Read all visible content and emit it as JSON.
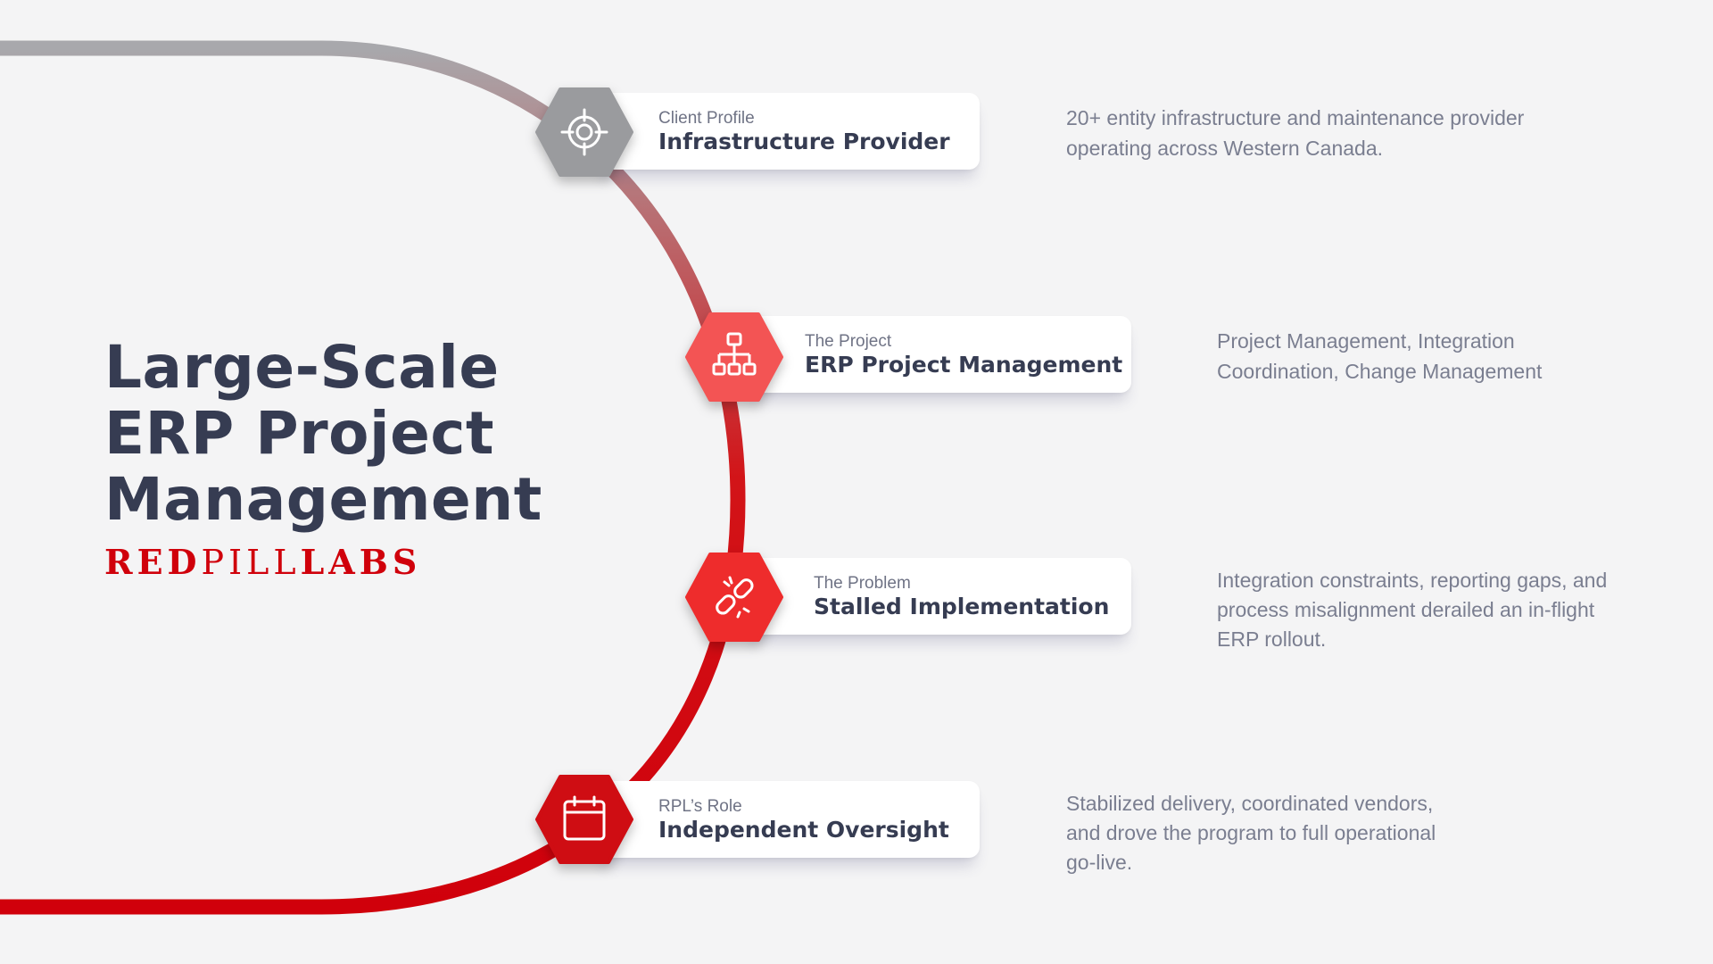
{
  "title": {
    "line1": "Large-Scale",
    "line2": "ERP Project",
    "line3": "Management"
  },
  "brand": {
    "part1": "RED",
    "part2": "PILL",
    "part3": "LABS",
    "color": "#d0000b"
  },
  "colors": {
    "title": "#363c52",
    "arc_start": "#a8a8ac",
    "arc_end": "#d0000b"
  },
  "steps": [
    {
      "kicker": "Client Profile",
      "title": "Infrastructure Provider",
      "description": "20+ entity infrastructure and maintenance provider operating across Western Canada.",
      "icon": "target-icon",
      "color": "#9a9b9e"
    },
    {
      "kicker": "The Project",
      "title": "ERP Project Management",
      "description": "Project Management, Integration Coordination, Change Management",
      "icon": "org-chart-icon",
      "color": "#f35454"
    },
    {
      "kicker": "The Problem",
      "title": "Stalled Implementation",
      "description": "Integration constraints, reporting gaps, and process misalignment derailed an in-flight ERP rollout.",
      "icon": "broken-link-icon",
      "color": "#ee2c2c"
    },
    {
      "kicker": "RPL’s Role",
      "title": "Independent Oversight",
      "description": "Stabilized delivery, coordinated vendors, and drove the program to full operational go-live.",
      "icon": "calendar-icon",
      "color": "#cf0d13"
    }
  ]
}
